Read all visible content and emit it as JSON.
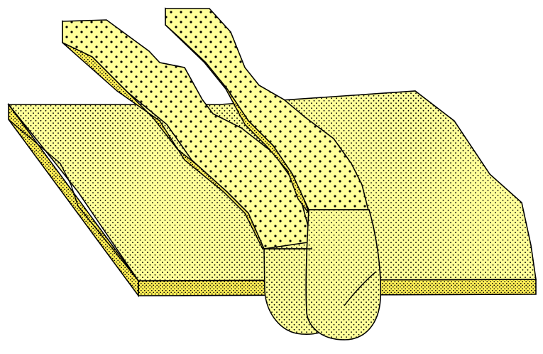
{
  "diagram": {
    "colors": {
      "fill_light": "#ffff99",
      "fill_mid": "#ffee55",
      "stroke": "#000000",
      "dots": "#000000"
    },
    "components": [
      {
        "id": "slab",
        "semantic": "flat-sandstone-slab"
      },
      {
        "id": "channel-back",
        "semantic": "curved-channel-body-back"
      },
      {
        "id": "channel-front",
        "semantic": "curved-channel-body-front"
      }
    ]
  }
}
